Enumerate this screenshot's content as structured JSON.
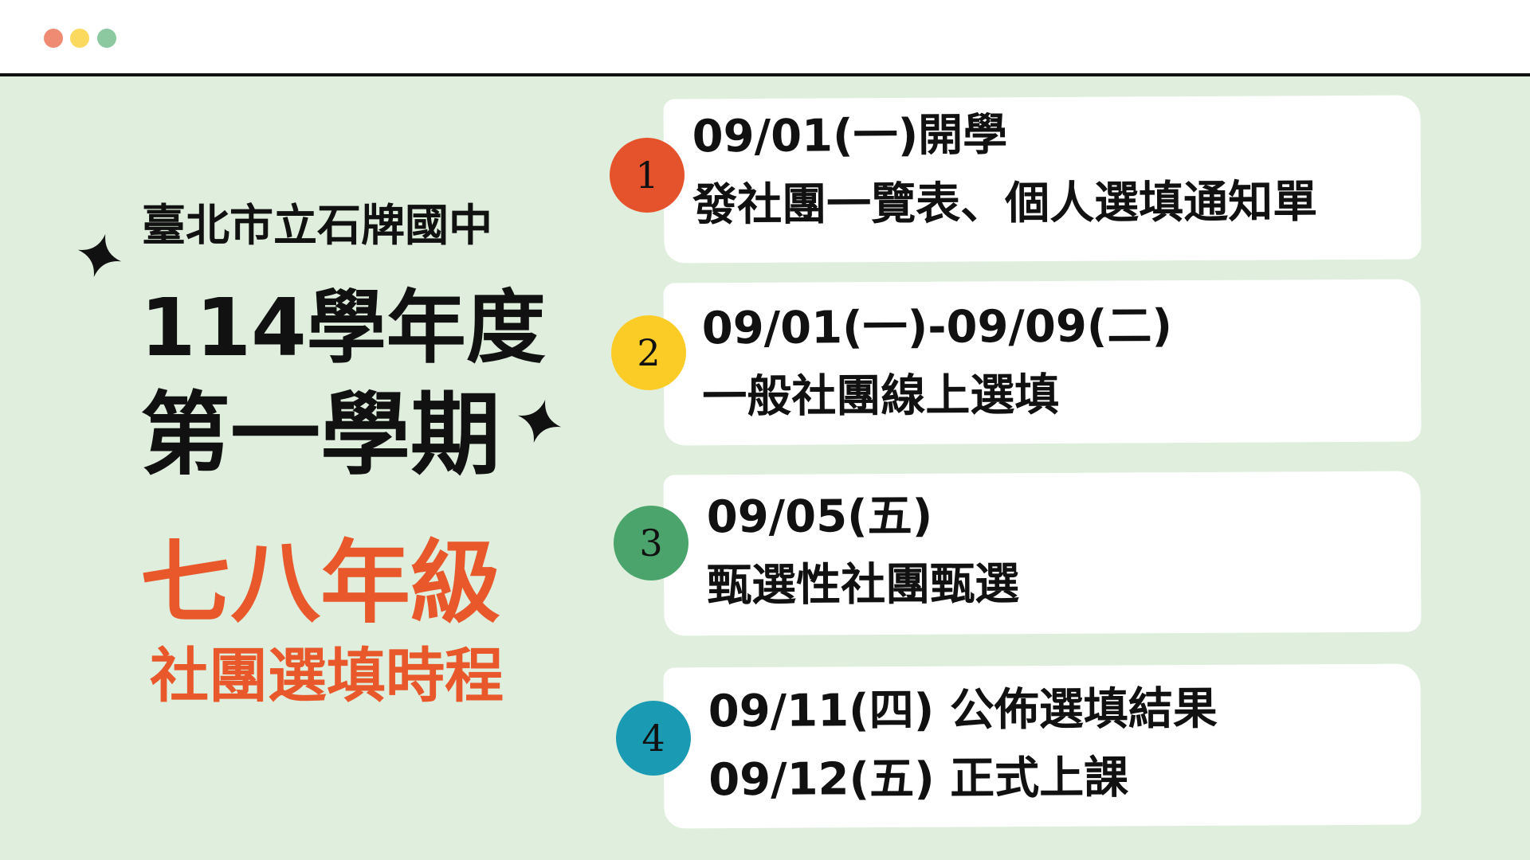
{
  "window": {
    "dots": [
      "#f08b73",
      "#fbd85e",
      "#8cc8a0"
    ]
  },
  "left": {
    "school": "臺北市立石牌國中",
    "year": "114學年度",
    "semester": "第一學期",
    "grade": "七八年級",
    "subtitle": "社團選填時程"
  },
  "colors": {
    "accent": "#e8582b",
    "background": "#dfeedd"
  },
  "steps": [
    {
      "number": "1",
      "color": "#e5532c",
      "lines": [
        "09/01(一)開學",
        "發社團一覽表、個人選填通知單"
      ]
    },
    {
      "number": "2",
      "color": "#fccc26",
      "lines": [
        "09/01(一)-09/09(二)",
        "一般社團線上選填"
      ]
    },
    {
      "number": "3",
      "color": "#4ba46c",
      "lines": [
        "09/05(五)",
        "甄選性社團甄選"
      ]
    },
    {
      "number": "4",
      "color": "#1a9bb3",
      "lines": [
        "09/11(四) 公佈選填結果",
        "09/12(五) 正式上課"
      ]
    }
  ]
}
